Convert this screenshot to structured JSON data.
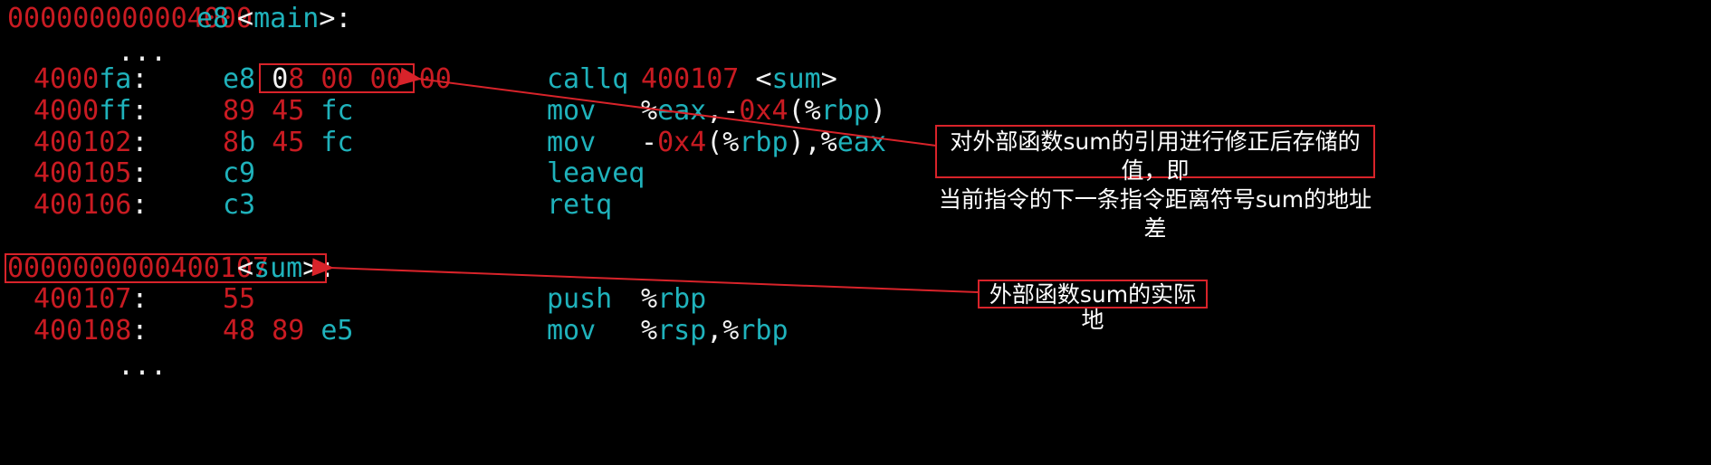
{
  "main_header": {
    "addr_red": "000000000004000",
    "addr_cyan": "e8",
    "sym": "<main>:"
  },
  "ellipsis_top": "...",
  "rows": [
    {
      "addr_r": "4000",
      "addr_c": "fa",
      "colon": ":",
      "hex": [
        [
          "c",
          "e8 "
        ],
        [
          "w",
          "0"
        ],
        [
          "r",
          "8 00 00 00"
        ]
      ],
      "mnem": "callq",
      "ops": [
        [
          "r",
          "400107 "
        ],
        [
          "w",
          "<"
        ],
        [
          "c",
          "sum"
        ],
        [
          "w",
          ">"
        ]
      ]
    },
    {
      "addr_r": "4000",
      "addr_c": "ff",
      "colon": ":",
      "hex": [
        [
          "r",
          "89 45 "
        ],
        [
          "c",
          "fc"
        ]
      ],
      "mnem": "mov",
      "ops": [
        [
          "w",
          "%"
        ],
        [
          "c",
          "eax"
        ],
        [
          "w",
          ",-"
        ],
        [
          "r",
          "0x4"
        ],
        [
          "w",
          "(%"
        ],
        [
          "c",
          "rbp"
        ],
        [
          "w",
          ")"
        ]
      ]
    },
    {
      "addr_r": "400102",
      "addr_c": "",
      "colon": ":",
      "hex": [
        [
          "r",
          "8"
        ],
        [
          "c",
          "b "
        ],
        [
          "r",
          "45 "
        ],
        [
          "c",
          "fc"
        ]
      ],
      "mnem": "mov",
      "ops": [
        [
          "w",
          "-"
        ],
        [
          "r",
          "0x4"
        ],
        [
          "w",
          "(%"
        ],
        [
          "c",
          "rbp"
        ],
        [
          "w",
          "),%"
        ],
        [
          "c",
          "eax"
        ]
      ]
    },
    {
      "addr_r": "400105",
      "addr_c": "",
      "colon": ":",
      "hex": [
        [
          "c",
          "c9"
        ]
      ],
      "mnem": "leaveq",
      "ops": []
    },
    {
      "addr_r": "400106",
      "addr_c": "",
      "colon": ":",
      "hex": [
        [
          "c",
          "c3"
        ]
      ],
      "mnem": "retq",
      "ops": []
    }
  ],
  "sum_header": {
    "addr_red": "0000000000400107",
    "sym_open": "<",
    "sym_name": "sum",
    "sym_close": ">:"
  },
  "sum_rows": [
    {
      "addr_r": "400107",
      "colon": ":",
      "hex": [
        [
          "r",
          "55"
        ]
      ],
      "mnem": "push",
      "ops": [
        [
          "w",
          "%"
        ],
        [
          "c",
          "rbp"
        ]
      ]
    },
    {
      "addr_r": "400108",
      "colon": ":",
      "hex": [
        [
          "r",
          "48 89 "
        ],
        [
          "c",
          "e5"
        ]
      ],
      "mnem": "mov",
      "ops": [
        [
          "w",
          "%"
        ],
        [
          "c",
          "rsp"
        ],
        [
          "w",
          ",%"
        ],
        [
          "c",
          "rbp"
        ]
      ]
    }
  ],
  "ellipsis_bottom": "...",
  "annotations": {
    "callq_note_line1": "对外部函数sum的引用进行修正后存储的值，即",
    "callq_note_line2": "当前指令的下一条指令距离符号sum的地址差",
    "sum_note": "外部函数sum的实际地"
  },
  "colors": {
    "background": "#000000",
    "red": "#c91b22",
    "cyan": "#1fb2bb",
    "white": "#f2f2f2",
    "annotation_border": "#d8232a"
  }
}
